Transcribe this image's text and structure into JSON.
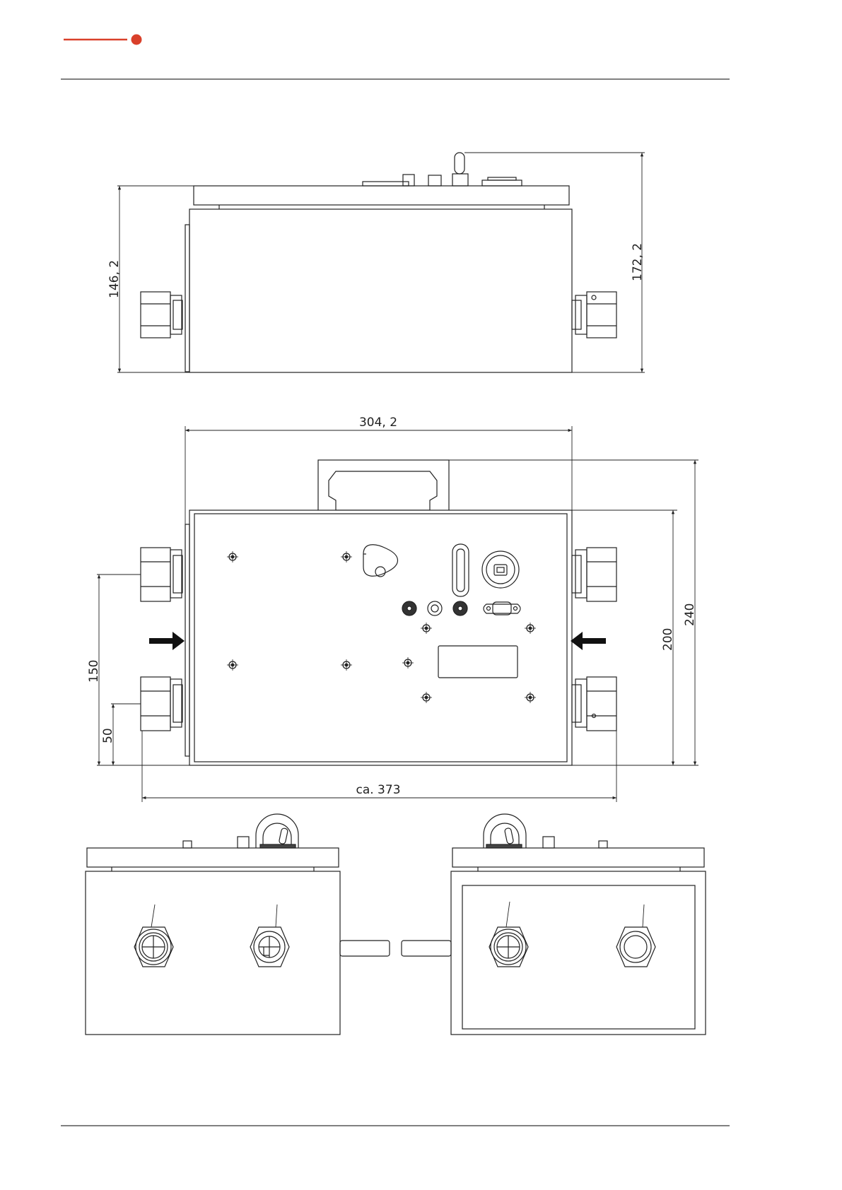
{
  "page": {
    "header_rule_color": "#000000",
    "brand_color": "#d9402a",
    "footer_rule_color": "#000000"
  },
  "side_view": {
    "dim_height_body": "146, 2",
    "dim_height_total": "172, 2"
  },
  "top_view": {
    "dim_width_body": "304, 2",
    "dim_overall_length": "ca. 373",
    "dim_port_upper": "150",
    "dim_port_lower": "50",
    "dim_depth_body": "200",
    "dim_depth_total": "240"
  },
  "end_views": {
    "icons": [
      "threaded-port-icon",
      "plug-icon",
      "threaded-port-icon",
      "round-port-icon"
    ]
  }
}
